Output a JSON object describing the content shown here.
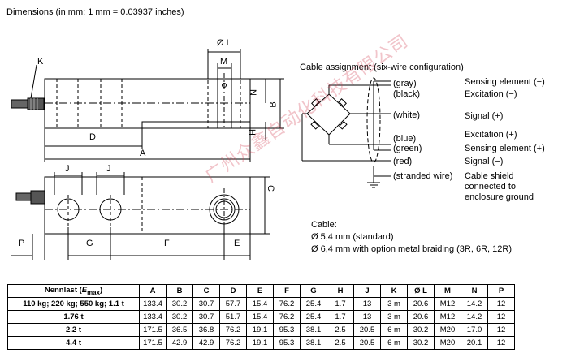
{
  "title": "Dimensions (in mm; 1 mm = 0.03937 inches)",
  "dim_labels": {
    "K": "K",
    "D": "D",
    "A": "A",
    "phiL": "Ø L",
    "M": "M",
    "N": "N",
    "B": "B",
    "H": "H",
    "J1": "J",
    "J2": "J",
    "C": "C",
    "P": "P",
    "G": "G",
    "F": "F",
    "E": "E"
  },
  "cable_assignment": {
    "title": "Cable assignment (six-wire configuration)",
    "wires": [
      {
        "color": "(gray)",
        "function": "Sensing element (−)"
      },
      {
        "color": "(black)",
        "function": "Excitation (−)"
      },
      {
        "color": "(white)",
        "function": "Signal (+)"
      },
      {
        "color": "(blue)",
        "function": "Excitation (+)"
      },
      {
        "color": "(green)",
        "function": "Sensing element (+)"
      },
      {
        "color": "(red)",
        "function": "Signal (−)"
      },
      {
        "color": "(stranded wire)",
        "function": "Cable shield"
      }
    ],
    "shield_extra": [
      "connected to",
      "enclosure ground"
    ]
  },
  "cable": {
    "heading": "Cable:",
    "standard": "Ø 5,4 mm (standard)",
    "braided": "Ø 6,4 mm with option metal braiding (3R, 6R, 12R)"
  },
  "watermark": "广州众鑫自动化科技有限公司",
  "table": {
    "headers": [
      "Nennlast (Emax)",
      "A",
      "B",
      "C",
      "D",
      "E",
      "F",
      "G",
      "H",
      "J",
      "K",
      "Ø L",
      "M",
      "N",
      "P"
    ],
    "rows": [
      [
        "110 kg; 220 kg; 550 kg; 1.1 t",
        "133.4",
        "30.2",
        "30.7",
        "57.7",
        "15.4",
        "76.2",
        "25.4",
        "1.7",
        "13",
        "3 m",
        "20.6",
        "M12",
        "14.2",
        "12"
      ],
      [
        "1.76 t",
        "133.4",
        "30.2",
        "30.7",
        "51.7",
        "15.4",
        "76.2",
        "25.4",
        "1.7",
        "13",
        "3 m",
        "20.6",
        "M12",
        "14.2",
        "12"
      ],
      [
        "2.2 t",
        "171.5",
        "36.5",
        "36.8",
        "76.2",
        "19.1",
        "95.3",
        "38.1",
        "2.5",
        "20.5",
        "6 m",
        "30.2",
        "M20",
        "17.0",
        "12"
      ],
      [
        "4.4 t",
        "171.5",
        "42.9",
        "42.9",
        "76.2",
        "19.1",
        "95.3",
        "38.1",
        "2.5",
        "20.5",
        "6 m",
        "30.2",
        "M20",
        "20.1",
        "12"
      ]
    ]
  }
}
